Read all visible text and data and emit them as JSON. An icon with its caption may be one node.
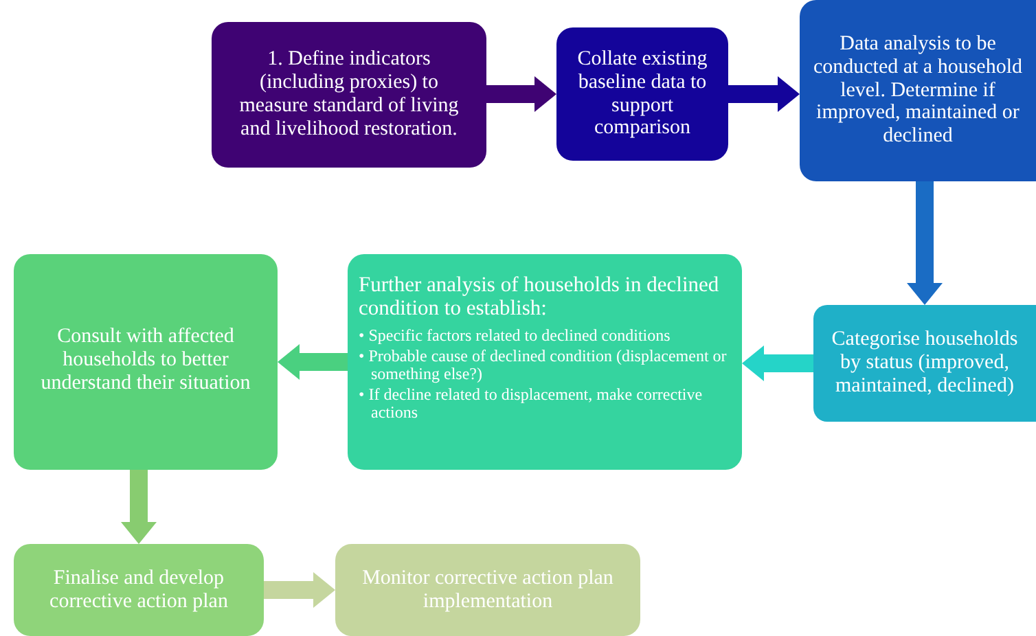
{
  "diagram": {
    "nodes": [
      {
        "text": [
          "1. Define indicators (including proxies) to measure standard of living and livelihood restoration."
        ]
      },
      {
        "text": [
          "Collate existing baseline data to support comparison"
        ]
      },
      {
        "text": [
          "Data analysis to be conducted at a household level. Determine if improved, maintained or declined"
        ]
      },
      {
        "text": [
          "Categorise households by status (improved, maintained, declined)"
        ]
      },
      {
        "text": [
          "Further analysis of households in declined condition to establish:",
          "• Specific factors related to declined conditions",
          "• Probable cause of declined condition (displacement or something else?)",
          "• If decline related to displacement, make corrective actions"
        ]
      },
      {
        "text": [
          "Consult with affected households to better understand their situation"
        ]
      },
      {
        "text": [
          "Finalise and develop corrective action plan"
        ]
      },
      {
        "text": [
          "Monitor corrective action plan implementation"
        ]
      }
    ],
    "edges": [
      {
        "from": 0,
        "to": 1,
        "arrow": "to",
        "color": "#3f0373"
      },
      {
        "from": 1,
        "to": 2,
        "arrow": "to",
        "color": "#14049a"
      },
      {
        "from": 2,
        "to": 3,
        "arrow": "to",
        "color": "#1a6cc4"
      },
      {
        "from": 3,
        "to": 4,
        "arrow": "to",
        "color": "#25d4c8"
      },
      {
        "from": 4,
        "to": 5,
        "arrow": "to",
        "color": "#4ad080"
      },
      {
        "from": 5,
        "to": 6,
        "arrow": "to",
        "color": "#88cc70"
      },
      {
        "from": 6,
        "to": 7,
        "arrow": "to",
        "color": "#c5d69e"
      }
    ]
  }
}
